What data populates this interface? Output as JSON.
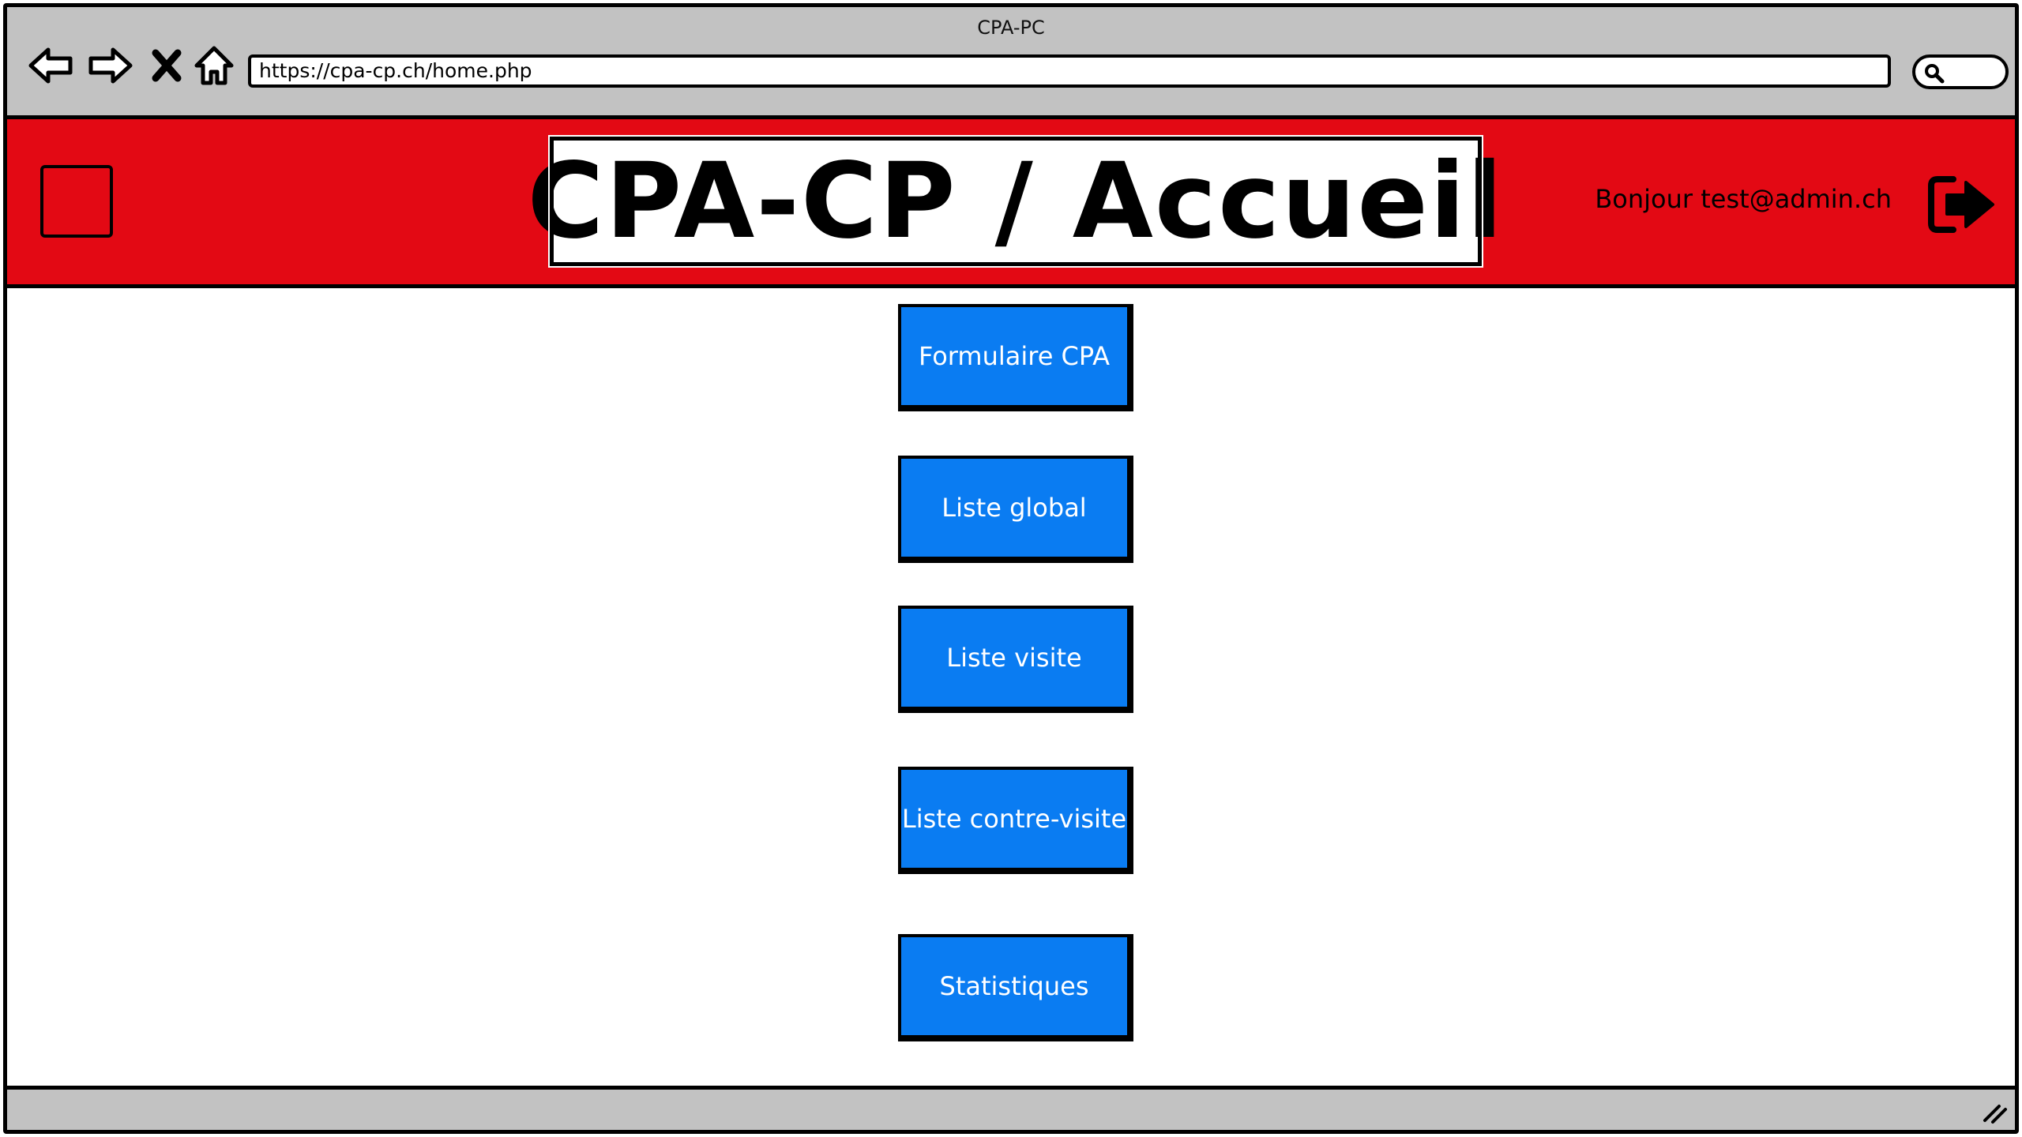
{
  "window": {
    "title": "CPA-PC"
  },
  "browser": {
    "url": "https://cpa-cp.ch/home.php",
    "icons": [
      "back-arrow-icon",
      "forward-arrow-icon",
      "close-icon",
      "home-icon",
      "search-icon"
    ]
  },
  "header": {
    "title": "CPA-CP / Accueil",
    "greeting": "Bonjour test@admin.ch",
    "logout_icon": "logout-icon",
    "accent_color": "#e30914"
  },
  "menu": {
    "button_color": "#0a7cf2",
    "items": [
      {
        "label": "Formulaire CPA"
      },
      {
        "label": "Liste global"
      },
      {
        "label": "Liste visite"
      },
      {
        "label": "Liste contre-visite"
      },
      {
        "label": "Statistiques"
      }
    ]
  }
}
